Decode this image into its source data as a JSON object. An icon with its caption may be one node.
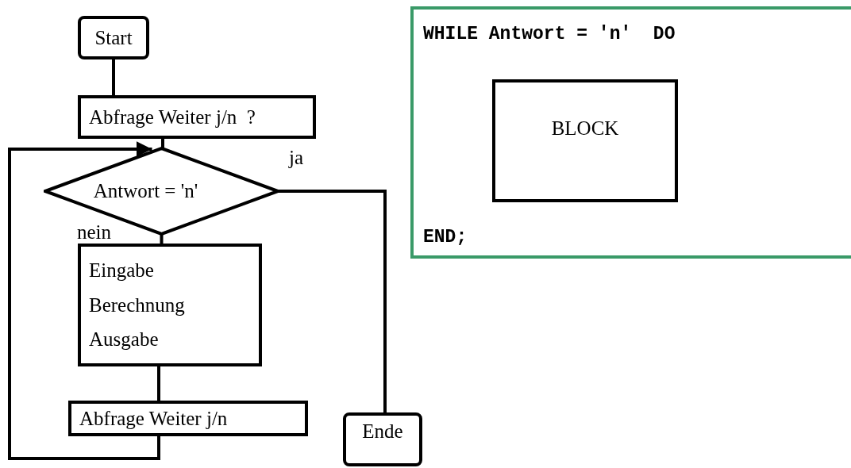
{
  "diagram": {
    "nodes": [
      {
        "text": [
          "Start"
        ]
      },
      {
        "text": [
          "Abfrage Weiter j/n  ?"
        ]
      },
      {
        "text": [
          "Antwort = 'n'"
        ]
      },
      {
        "text": [
          "Eingabe",
          "Berechnung",
          "Ausgabe"
        ]
      },
      {
        "text": [
          "Abfrage Weiter j/n"
        ]
      },
      {
        "text": [
          "Ende"
        ]
      },
      {
        "text": [
          "WHILE Antwort = 'n'  DO",
          "END;"
        ]
      },
      {
        "text": [
          "BLOCK"
        ],
        "in": 6
      }
    ],
    "edges": [
      {
        "from": 0,
        "to": 1,
        "arrow": "none"
      },
      {
        "from": 1,
        "to": 2,
        "arrow": "none"
      },
      {
        "from": 2,
        "to": 3,
        "arrow": "none",
        "label": "nein"
      },
      {
        "from": 3,
        "to": 4,
        "arrow": "none"
      },
      {
        "from": 4,
        "to": 2,
        "arrow": "to"
      },
      {
        "from": 2,
        "to": 5,
        "arrow": "none",
        "label": "ja"
      }
    ]
  }
}
